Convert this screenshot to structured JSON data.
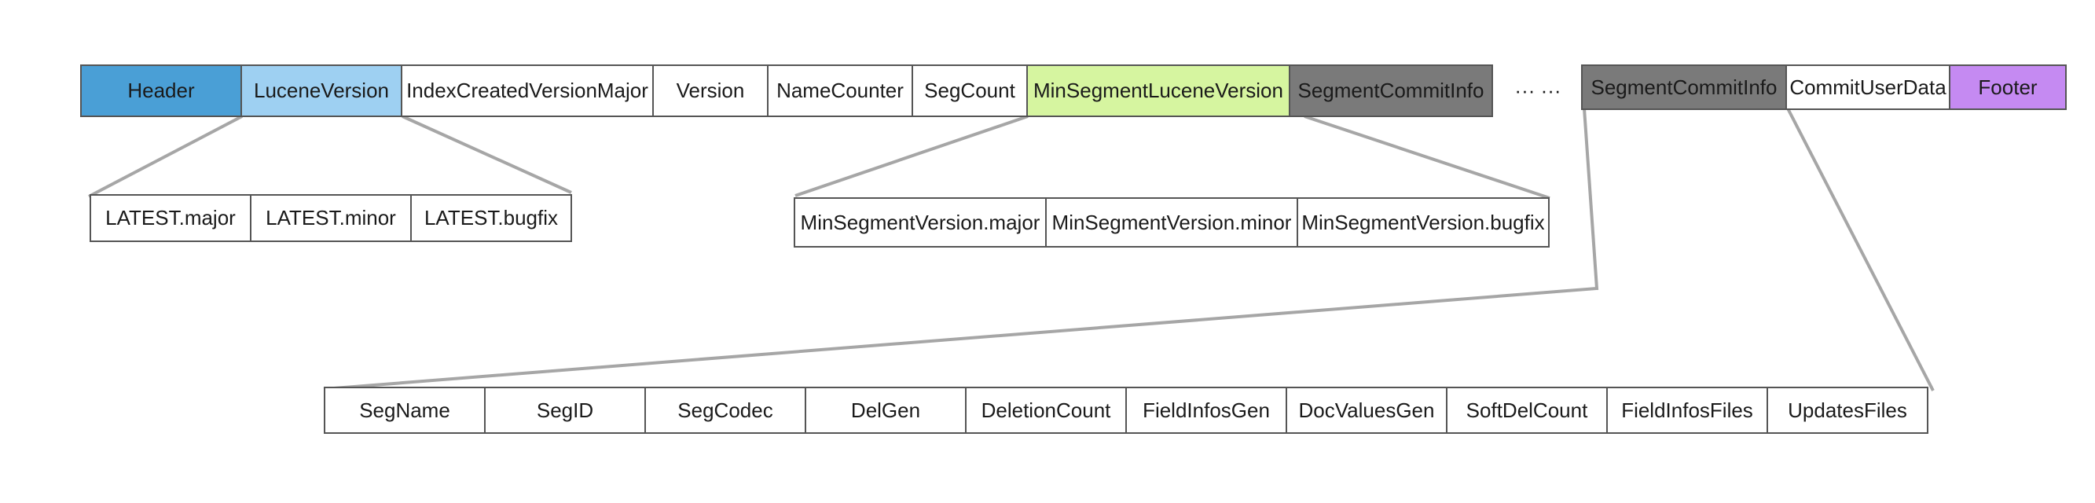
{
  "colors": {
    "header": "#4a9fd6",
    "lucene_version": "#9ed0f2",
    "min_segment_lucene_version": "#d6f5a0",
    "segment_commit_info": "#7a7a7a",
    "footer": "#c58af2",
    "plain": "#ffffff",
    "connector": "#a6a6a6"
  },
  "top_row": {
    "header": "Header",
    "lucene_version": "LuceneVersion",
    "index_created_version_major": "IndexCreatedVersionMajor",
    "version": "Version",
    "name_counter": "NameCounter",
    "seg_count": "SegCount",
    "min_segment_lucene_version": "MinSegmentLuceneVersion",
    "segment_commit_info": "SegmentCommitInfo",
    "ellipsis": "··· ···",
    "segment_commit_info_last": "SegmentCommitInfo",
    "commit_user_data": "CommitUserData",
    "footer": "Footer"
  },
  "lucene_version_fields": [
    "LATEST.major",
    "LATEST.minor",
    "LATEST.bugfix"
  ],
  "min_segment_version_fields": [
    "MinSegmentVersion.major",
    "MinSegmentVersion.minor",
    "MinSegmentVersion.bugfix"
  ],
  "segment_commit_info_fields": [
    "SegName",
    "SegID",
    "SegCodec",
    "DelGen",
    "DeletionCount",
    "FieldInfosGen",
    "DocValuesGen",
    "SoftDelCount",
    "FieldInfosFiles",
    "UpdatesFiles"
  ]
}
